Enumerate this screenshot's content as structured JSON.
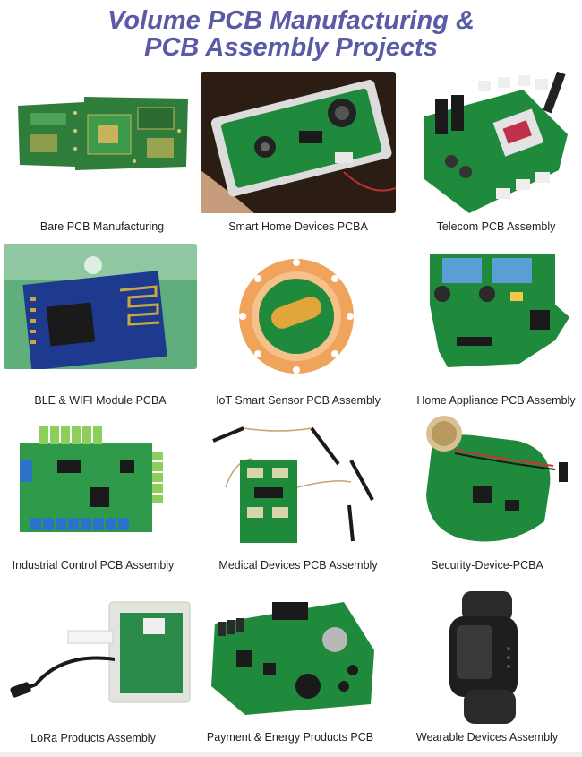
{
  "header": {
    "title_line1": "Volume PCB Manufacturing &",
    "title_line2": "PCB Assembly Projects"
  },
  "colors": {
    "title": "#5a5aa6",
    "pcb_green": "#1f8a3c",
    "pcb_blue": "#1d3a8f",
    "housing_orange": "#f0a35a"
  },
  "products": [
    {
      "caption": "Bare PCB Manufacturing",
      "icon": "bare-pcb-image"
    },
    {
      "caption": "Smart Home Devices PCBA",
      "icon": "smart-home-pcba-image"
    },
    {
      "caption": "Telecom PCB Assembly",
      "icon": "telecom-pcba-image"
    },
    {
      "caption": "BLE & WIFI Module PCBA",
      "icon": "ble-wifi-module-image"
    },
    {
      "caption": "IoT Smart Sensor PCB Assembly",
      "icon": "iot-sensor-pcba-image"
    },
    {
      "caption": "Home Appliance PCB Assembly",
      "icon": "home-appliance-pcba-image"
    },
    {
      "caption": "Industrial Control PCB Assembly",
      "icon": "industrial-control-pcba-image"
    },
    {
      "caption": "Medical Devices PCB Assembly",
      "icon": "medical-devices-pcba-image"
    },
    {
      "caption": "Security-Device-PCBA",
      "icon": "security-device-pcba-image"
    },
    {
      "caption": "LoRa Products Assembly",
      "icon": "lora-products-image"
    },
    {
      "caption": "Payment & Energy Products PCB",
      "icon": "payment-energy-pcb-image"
    },
    {
      "caption": "Wearable Devices Assembly",
      "icon": "wearable-devices-image"
    }
  ]
}
